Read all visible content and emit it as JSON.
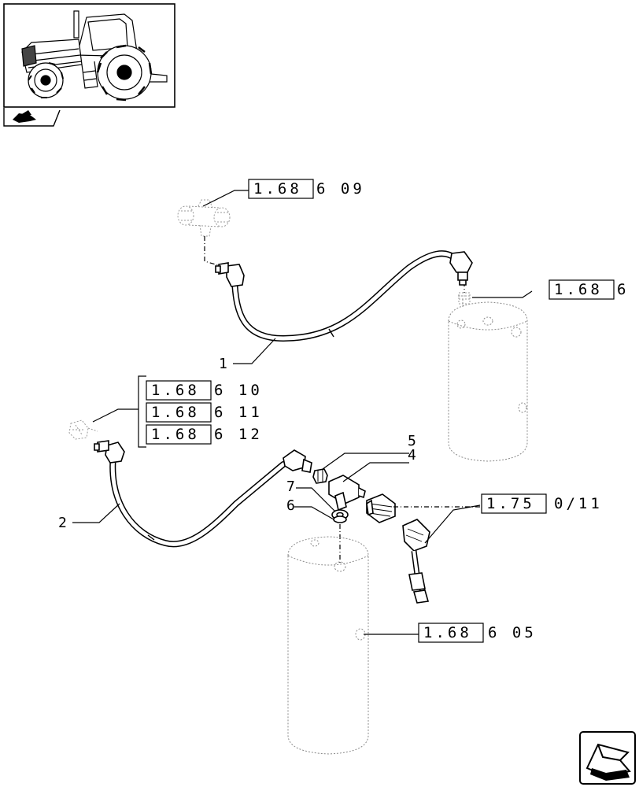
{
  "callouts": {
    "c1": "1",
    "c2": "2",
    "c4": "4",
    "c5": "5",
    "c6": "6",
    "c7": "7"
  },
  "refs": {
    "r_top": {
      "box": "1.68",
      "rest": "6 09"
    },
    "r_right": {
      "box": "1.68",
      "rest": "6"
    },
    "r_g1": {
      "box": "1.68",
      "rest": "6 10"
    },
    "r_g2": {
      "box": "1.68",
      "rest": "6 11"
    },
    "r_g3": {
      "box": "1.68",
      "rest": "6 12"
    },
    "r_conn": {
      "box": "1.75",
      "rest": "0/11"
    },
    "r_bottom": {
      "box": "1.68",
      "rest": "6 05"
    }
  }
}
